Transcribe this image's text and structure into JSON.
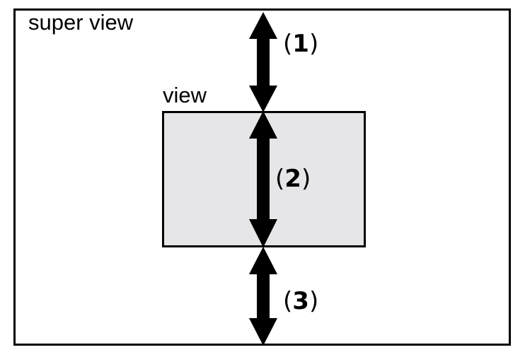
{
  "labels": {
    "super_view": "super view",
    "view": "view"
  },
  "markers": [
    {
      "open": "(",
      "num": "1",
      "close": ")"
    },
    {
      "open": "(",
      "num": "2",
      "close": ")"
    },
    {
      "open": "(",
      "num": "3",
      "close": ")"
    }
  ],
  "colors": {
    "background": "#ffffff",
    "view_fill": "#e6e6e8",
    "stroke": "#000000",
    "arrow": "#000000"
  }
}
